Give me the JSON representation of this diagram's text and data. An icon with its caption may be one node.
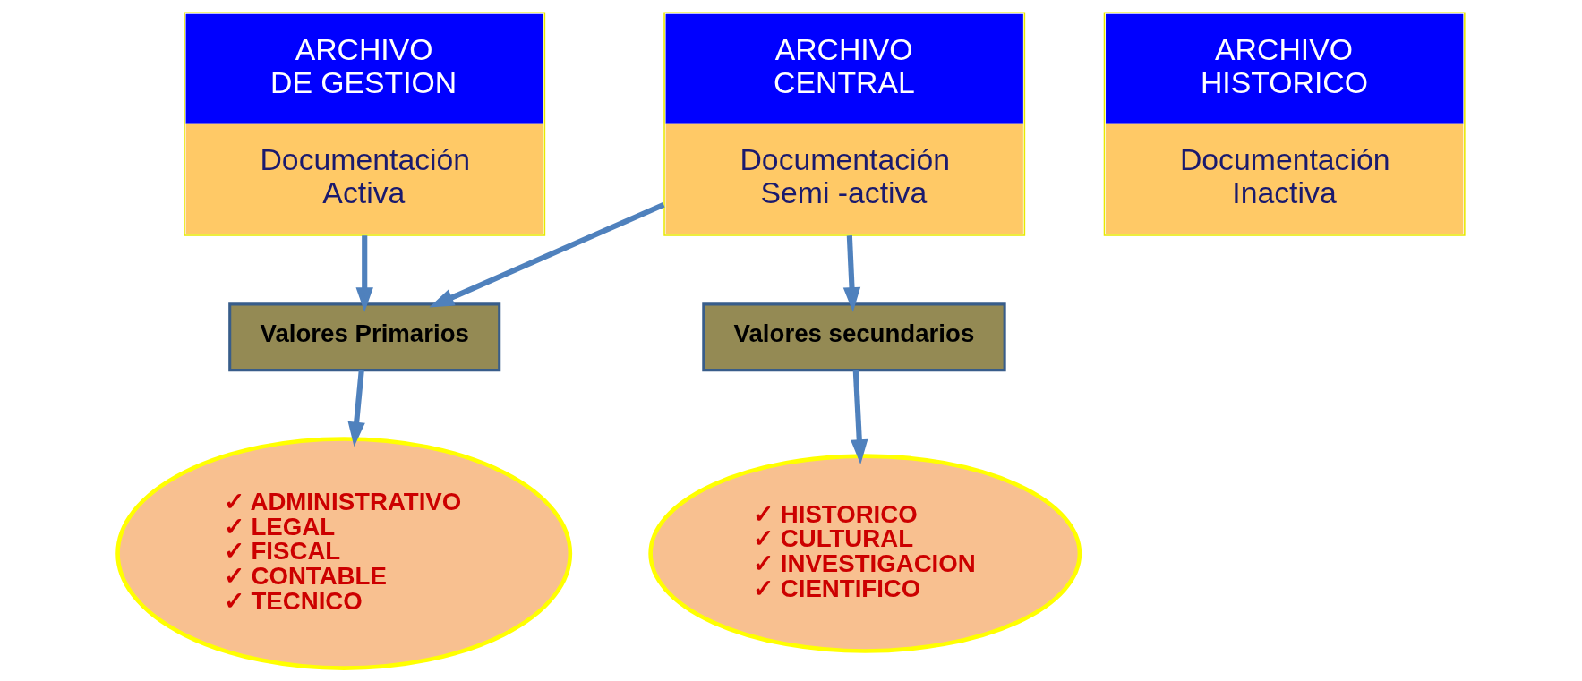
{
  "diagram": {
    "nodes": [
      {
        "text": [
          "ARCHIVO DE GESTION",
          "Documentación Activa"
        ]
      },
      {
        "text": [
          "ARCHIVO CENTRAL",
          "Documentación Semi -activa"
        ]
      },
      {
        "text": [
          "ARCHIVO HISTORICO",
          "Documentación Inactiva"
        ]
      },
      {
        "text": [
          "Valores Primarios"
        ]
      },
      {
        "text": [
          "Valores secundarios"
        ]
      },
      {
        "text": [
          "✓ ADMINISTRATIVO",
          "✓ LEGAL",
          "✓ FISCAL",
          "✓ CONTABLE",
          "✓ TECNICO"
        ]
      },
      {
        "text": [
          "✓ HISTORICO",
          "✓ CULTURAL",
          "✓ INVESTIGACION",
          "✓ CIENTIFICO"
        ]
      }
    ],
    "edges": [
      {
        "from": 0,
        "to": 3,
        "arrow": "to"
      },
      {
        "from": 1,
        "to": 3,
        "arrow": "to"
      },
      {
        "from": 1,
        "to": 4,
        "arrow": "to"
      },
      {
        "from": 3,
        "to": 5,
        "arrow": "to"
      },
      {
        "from": 4,
        "to": 6,
        "arrow": "to"
      }
    ]
  }
}
